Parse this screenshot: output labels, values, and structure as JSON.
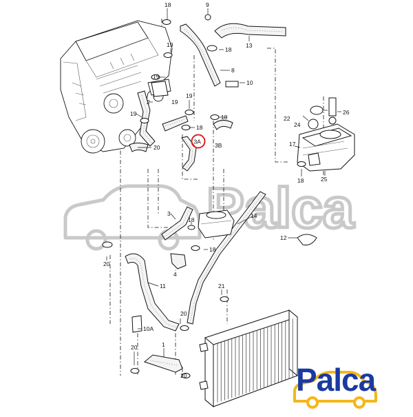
{
  "brand": {
    "name": "Palca",
    "watermark": "Palca",
    "accent": "#1b3aa0",
    "logo_yellow": "#f4b71a",
    "watermark_color": "#c9c9c9"
  },
  "diagram": {
    "highlight_color": "#e02020",
    "highlighted_callout": "3A",
    "labels": [
      {
        "id": "18a",
        "text": "18"
      },
      {
        "id": "9",
        "text": "9"
      },
      {
        "id": "18b",
        "text": "18"
      },
      {
        "id": "13",
        "text": "13"
      },
      {
        "id": "19a",
        "text": "19"
      },
      {
        "id": "8",
        "text": "8"
      },
      {
        "id": "10",
        "text": "10"
      },
      {
        "id": "19b",
        "text": "19"
      },
      {
        "id": "2",
        "text": "2"
      },
      {
        "id": "19c",
        "text": "19"
      },
      {
        "id": "19d",
        "text": "19"
      },
      {
        "id": "18c",
        "text": "18"
      },
      {
        "id": "19e",
        "text": "19"
      },
      {
        "id": "18d",
        "text": "18"
      },
      {
        "id": "20a",
        "text": "20"
      },
      {
        "id": "3A",
        "text": "3A"
      },
      {
        "id": "3B",
        "text": "3B"
      },
      {
        "id": "22",
        "text": "22"
      },
      {
        "id": "24",
        "text": "24"
      },
      {
        "id": "26",
        "text": "26"
      },
      {
        "id": "17",
        "text": "17"
      },
      {
        "id": "18e",
        "text": "18"
      },
      {
        "id": "25",
        "text": "25"
      },
      {
        "id": "14",
        "text": "14"
      },
      {
        "id": "3",
        "text": "3"
      },
      {
        "id": "18f",
        "text": "18"
      },
      {
        "id": "18g",
        "text": "18"
      },
      {
        "id": "12",
        "text": "12"
      },
      {
        "id": "20b",
        "text": "20"
      },
      {
        "id": "4",
        "text": "4"
      },
      {
        "id": "11",
        "text": "11"
      },
      {
        "id": "21",
        "text": "21"
      },
      {
        "id": "20c",
        "text": "20"
      },
      {
        "id": "10A",
        "text": "10A"
      },
      {
        "id": "20d",
        "text": "20"
      },
      {
        "id": "1",
        "text": "1"
      },
      {
        "id": "20e",
        "text": "20"
      }
    ]
  }
}
